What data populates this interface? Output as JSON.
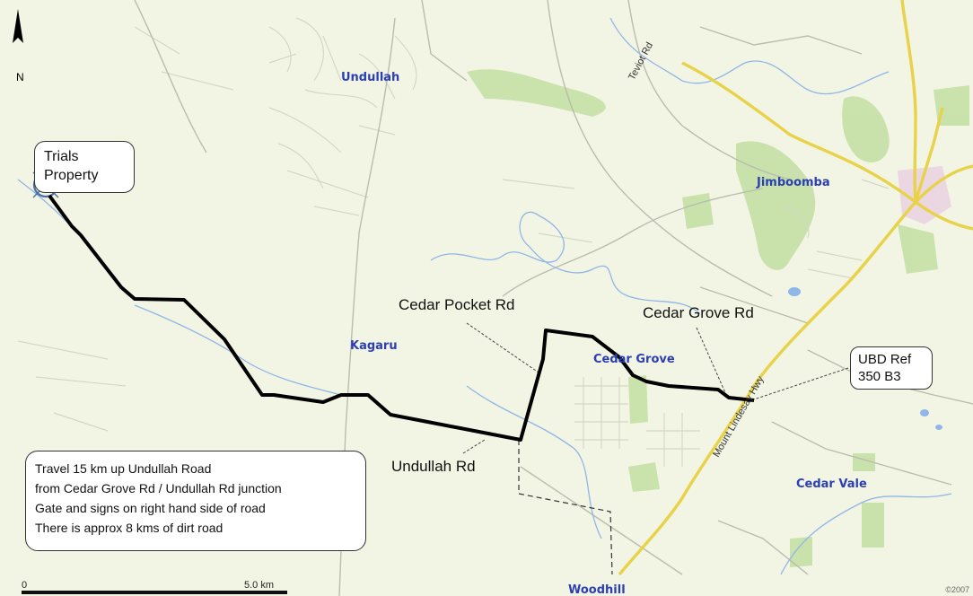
{
  "map": {
    "places": [
      {
        "name": "Undullah"
      },
      {
        "name": "Jimboomba"
      },
      {
        "name": "Kagaru"
      },
      {
        "name": "Cedar Grove"
      },
      {
        "name": "Cedar Vale"
      },
      {
        "name": "Woodhill"
      }
    ],
    "road_names": {
      "cedar_pocket": "Cedar Pocket Rd",
      "cedar_grove": "Cedar Grove Rd",
      "undullah": "Undullah Rd",
      "teviot": "Teviot Rd",
      "mount_lindesay": "Mount Lindesay Hwy"
    },
    "callouts": {
      "property": [
        "Trials",
        "Property"
      ],
      "ubd": [
        "UBD Ref",
        "350 B3"
      ],
      "directions": [
        "Travel 15 km up Undullah Road",
        "from Cedar Grove Rd / Undullah Rd junction",
        "Gate and signs on right hand side of road",
        "There is approx 8 kms of dirt road"
      ]
    },
    "north_label": "N",
    "scale": {
      "start": "0",
      "end": "5.0 km"
    },
    "attribution": "©2007",
    "colors": {
      "background": "#f3f5e4",
      "bush": "#c5e0a5",
      "water": "#8fb6e8",
      "highway": "#e8d24a",
      "route": "#000000",
      "place_label": "#2b3fb3"
    }
  }
}
